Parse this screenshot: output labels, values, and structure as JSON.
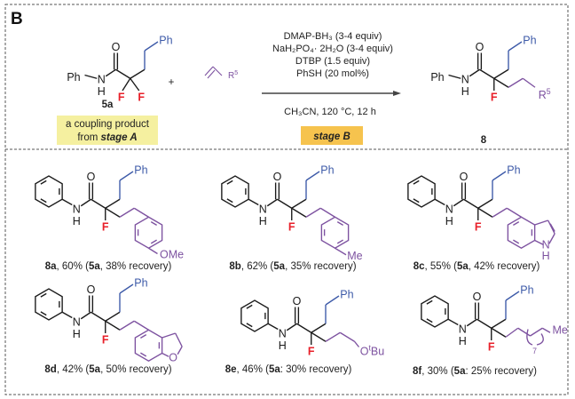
{
  "panel_label": "B",
  "atoms": {
    "Ph": "Ph",
    "O": "O",
    "N": "N",
    "H": "H",
    "F": "F",
    "R": "R",
    "R_sup": "5",
    "OMe": "OMe",
    "Me": "Me",
    "O_tBu_O": "O",
    "O_tBu_t": "t",
    "O_tBu_Bu": "Bu",
    "repeat": "7"
  },
  "reaction": {
    "reactant_label": "5a",
    "note_line1": "a coupling product",
    "note_line2_prefix": "from ",
    "note_stage": "stage A",
    "plus": "+",
    "conditions": [
      "DMAP-BH₃ (3-4 equiv)",
      "NaH₂PO₄· 2H₂O (3-4 equiv)",
      "DTBP (1.5 equiv)",
      "PhSH  (20 mol%)"
    ],
    "solvent_temp_time": "CH₃CN, 120 °C, 12 h",
    "stage": "stage B",
    "product_label": "8"
  },
  "products": [
    {
      "id": "8a",
      "yield": ", 60% (",
      "recovered": "5a",
      "recovery": ", 38% recovery)"
    },
    {
      "id": "8b",
      "yield": ", 62% (",
      "recovered": "5a",
      "recovery": ", 35% recovery)"
    },
    {
      "id": "8c",
      "yield": ", 55% (",
      "recovered": "5a",
      "recovery": ", 42% recovery)"
    },
    {
      "id": "8d",
      "yield": ", 42% (",
      "recovered": "5a",
      "recovery": ", 50% recovery)"
    },
    {
      "id": "8e",
      "yield": ", 46% (",
      "recovered": "5a",
      "recovery": ": 30% recovery)"
    },
    {
      "id": "8f",
      "yield": ", 30% (",
      "recovered": "5a",
      "recovery": ": 25% recovery)"
    }
  ],
  "colors": {
    "chain_blue": "#3d5aa8",
    "olefin_purple": "#7d52a0",
    "fluorine_red": "#e8202a",
    "note_yellow": "#f5f0a0",
    "stage_orange": "#f6c34e"
  }
}
